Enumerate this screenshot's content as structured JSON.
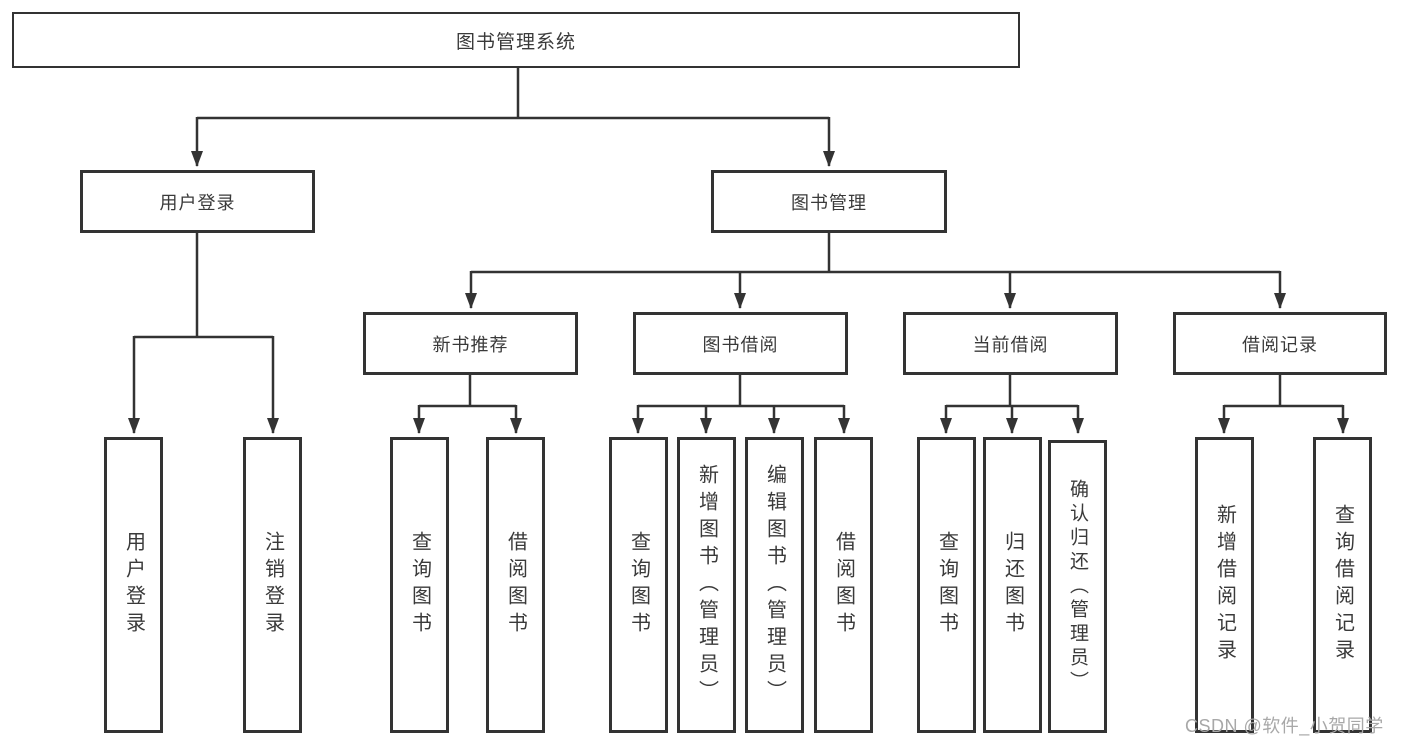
{
  "diagram": {
    "root": {
      "label": "图书管理系统"
    },
    "branches": [
      {
        "label": "用户登录",
        "children": [
          {
            "label": "用户登录"
          },
          {
            "label": "注销登录"
          }
        ]
      },
      {
        "label": "图书管理",
        "children": [
          {
            "label": "新书推荐",
            "children": [
              {
                "label": "查询图书"
              },
              {
                "label": "借阅图书"
              }
            ]
          },
          {
            "label": "图书借阅",
            "children": [
              {
                "label": "查询图书"
              },
              {
                "label": "新增图书（管理员）"
              },
              {
                "label": "编辑图书（管理员）"
              },
              {
                "label": "借阅图书"
              }
            ]
          },
          {
            "label": "当前借阅",
            "children": [
              {
                "label": "查询图书"
              },
              {
                "label": "归还图书"
              },
              {
                "label": "确认归还（管理员）"
              }
            ]
          },
          {
            "label": "借阅记录",
            "children": [
              {
                "label": "新增借阅记录"
              },
              {
                "label": "查询借阅记录"
              }
            ]
          }
        ]
      }
    ]
  },
  "watermark": {
    "text": "CSDN @软件_小贺同学"
  },
  "colors": {
    "line": "#333333",
    "box_border": "#333333",
    "text": "#3a3a3a",
    "watermark": "#a8a8a8",
    "background": "#ffffff"
  }
}
